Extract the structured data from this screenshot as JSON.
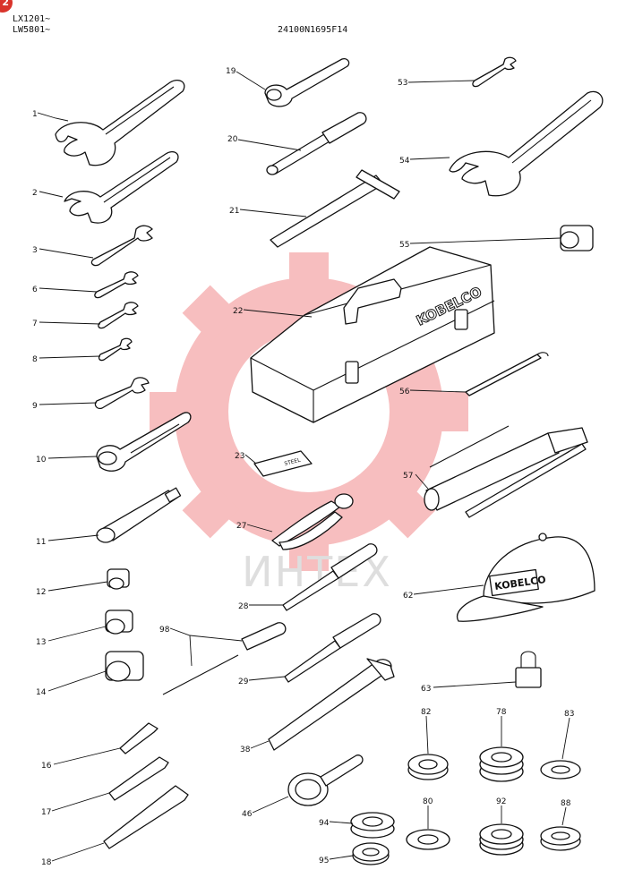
{
  "header": {
    "page_badge": "2",
    "models": [
      "LX1201~",
      "LW5801~"
    ],
    "part_number": "24100N1695F14"
  },
  "watermark": {
    "text": "ИНТЕХ",
    "color": "#e8383a"
  },
  "toolbox_brand": "KOBELCO",
  "cap_brand": "KOBELCO",
  "cutter_mark": "STEEL",
  "callouts": [
    "1",
    "2",
    "3",
    "6",
    "7",
    "8",
    "9",
    "10",
    "11",
    "12",
    "13",
    "14",
    "16",
    "17",
    "18",
    "19",
    "20",
    "21",
    "22",
    "23",
    "27",
    "28",
    "29",
    "38",
    "46",
    "53",
    "54",
    "55",
    "56",
    "57",
    "62",
    "63",
    "78",
    "80",
    "82",
    "83",
    "88",
    "92",
    "94",
    "95",
    "98"
  ]
}
